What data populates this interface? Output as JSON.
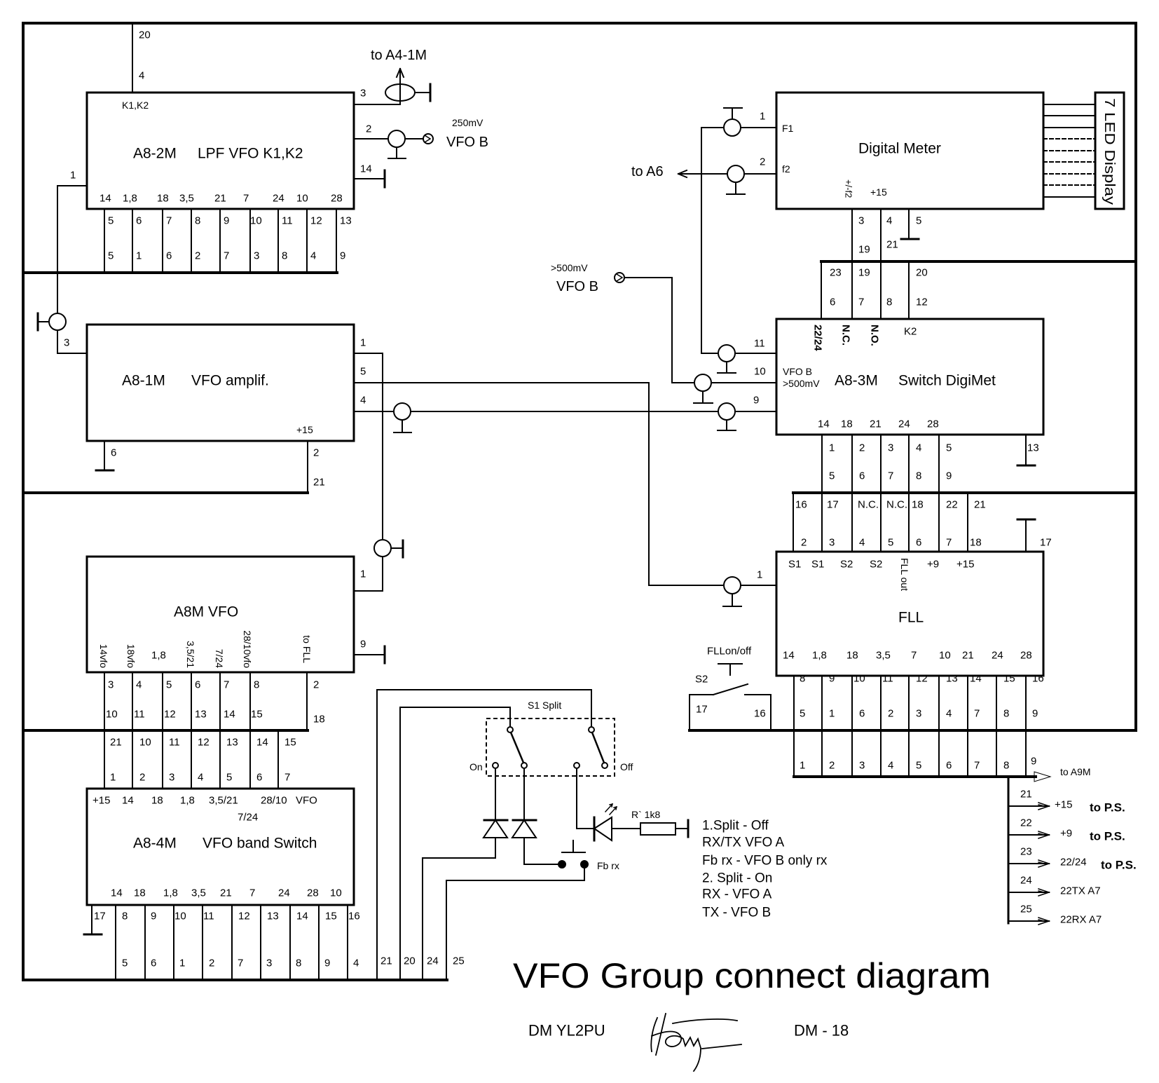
{
  "title": "VFO Group connect diagram",
  "footer": {
    "author": "DM  YL2PU",
    "sheet": "DM - 18"
  },
  "colors": {
    "ink": "#000000",
    "paper": "#ffffff"
  },
  "a8_2m": {
    "name": "A8-2M",
    "function": "LPF VFO K1,K2",
    "k_label": "K1,K2",
    "pin_top": [
      "20",
      "4"
    ],
    "pin_1": "1",
    "pin_3": "3",
    "pin_2": "2",
    "pin_14": "14",
    "out_label": "to A4-1M",
    "vfob_level": "250mV",
    "vfob_label": "VFO B",
    "bands": [
      "14",
      "1,8",
      "18",
      "3,5",
      "21",
      "7",
      "24",
      "10",
      "28"
    ],
    "pins_upper": [
      "5",
      "6",
      "7",
      "8",
      "9",
      "10",
      "11",
      "12",
      "13"
    ],
    "pins_lower": [
      "5",
      "1",
      "6",
      "2",
      "7",
      "3",
      "8",
      "4",
      "9"
    ]
  },
  "a8_1m": {
    "name": "A8-1M",
    "function": "VFO amplif.",
    "plus15": "+15",
    "p3": "3",
    "p1": "1",
    "p5": "5",
    "p4": "4",
    "p6": "6",
    "p2": "2",
    "p21": "21"
  },
  "a8m": {
    "name": "A8M  VFO",
    "rot_labels": [
      "14vfo",
      "18vfo",
      "3,5/21",
      "7/24",
      "28/10vfo",
      "to FLL"
    ],
    "band_18": "1,8",
    "p1": "1",
    "p9": "9",
    "pins_upper": [
      "3",
      "4",
      "5",
      "6",
      "7",
      "8",
      "2"
    ],
    "pins_lower": [
      "10",
      "11",
      "12",
      "13",
      "14",
      "15",
      "18"
    ],
    "link_upper": [
      "21",
      "10",
      "11",
      "12",
      "13",
      "14",
      "15"
    ],
    "link_lower": [
      "1",
      "2",
      "3",
      "4",
      "5",
      "6",
      "7"
    ]
  },
  "a8_4m": {
    "name": "A8-4M",
    "function": "VFO band Switch",
    "top_labels": [
      "+15",
      "14",
      "18",
      "1,8",
      "3,5/21",
      "28/10",
      "VFO"
    ],
    "top_sub": "7/24",
    "bottom_labels": [
      "14",
      "18",
      "1,8",
      "3,5",
      "21",
      "7",
      "24",
      "28",
      "10"
    ],
    "pins_upper": [
      "17",
      "8",
      "9",
      "10",
      "11",
      "12",
      "13",
      "14",
      "15",
      "16"
    ],
    "pins_lower": [
      "5",
      "6",
      "1",
      "2",
      "7",
      "3",
      "8",
      "9",
      "4"
    ],
    "wires": [
      "21",
      "20",
      "24",
      "25"
    ]
  },
  "switch_s1": {
    "label": "S1 Split",
    "on": "On",
    "off": "Off",
    "button": "Fb rx",
    "resistor": "R` 1k8"
  },
  "notes": [
    "1.Split - Off",
    "RX/TX VFO A",
    "Fb rx - VFO B only rx",
    "2. Split - On",
    "RX - VFO A",
    "TX - VFO B"
  ],
  "digital_meter": {
    "name": "Digital Meter",
    "f1": "F1",
    "f2": "f2",
    "f2pm": "+/-f2",
    "plus15": "+15",
    "p1": "1",
    "p2": "2",
    "to_a6": "to A6",
    "pins_upper": [
      "3",
      "4",
      "5"
    ],
    "pins_lower": [
      "19",
      "21"
    ]
  },
  "led_display": "7 LED Display",
  "a8_3m": {
    "name": "A8-3M",
    "function": "Switch DigiMet",
    "top_rot": [
      "22/24",
      "N.C.",
      "N.O."
    ],
    "k2": "K2",
    "vfob": "VFO B",
    "level": ">500mV",
    "vfob_input": {
      "level": ">500mV",
      "label": "VFO B"
    },
    "p11": "11",
    "p10": "10",
    "p9": "9",
    "p13": "13",
    "bands": [
      "14",
      "18",
      "21",
      "24",
      "28"
    ],
    "pins_upper": [
      "1",
      "2",
      "3",
      "4",
      "5"
    ],
    "pins_lower": [
      "5",
      "6",
      "7",
      "8",
      "9"
    ],
    "link_upper": [
      "23",
      "19",
      "20"
    ],
    "link_lower": [
      "6",
      "7",
      "8",
      "12"
    ]
  },
  "fll": {
    "name": "FLL",
    "top_labels": [
      "S1",
      "S1",
      "S2",
      "S2",
      "+9",
      "+15"
    ],
    "fll_out": "FLL out",
    "p1": "1",
    "bands": [
      "14",
      "1,8",
      "18",
      "3,5",
      "7",
      "10",
      "21",
      "24",
      "28"
    ],
    "link_upper": [
      "16",
      "17",
      "N.C.",
      "N.C.",
      "18",
      "22",
      "21"
    ],
    "link_lower": [
      "2",
      "3",
      "4",
      "5",
      "6",
      "7",
      "18",
      "17"
    ],
    "pins_upper": [
      "8",
      "9",
      "10",
      "11",
      "12",
      "13",
      "14",
      "15",
      "16"
    ],
    "pins_lower": [
      "5",
      "1",
      "6",
      "2",
      "3",
      "4",
      "7",
      "8",
      "9"
    ],
    "bus_pins": [
      "1",
      "2",
      "3",
      "4",
      "5",
      "6",
      "7",
      "8",
      "9"
    ]
  },
  "switch_s2": {
    "label": "S2",
    "caption": "FLLon/off",
    "p17": "17",
    "p16": "16"
  },
  "outputs": {
    "to_a9m": "to A9M",
    "branches": [
      {
        "pin": "21",
        "signal": "+15",
        "dest": "to P.S."
      },
      {
        "pin": "22",
        "signal": "+9",
        "dest": "to P.S."
      },
      {
        "pin": "23",
        "signal": "22/24",
        "dest": "to P.S."
      },
      {
        "pin": "24",
        "signal": "22TX A7"
      },
      {
        "pin": "25",
        "signal": "22RX A7"
      }
    ]
  }
}
